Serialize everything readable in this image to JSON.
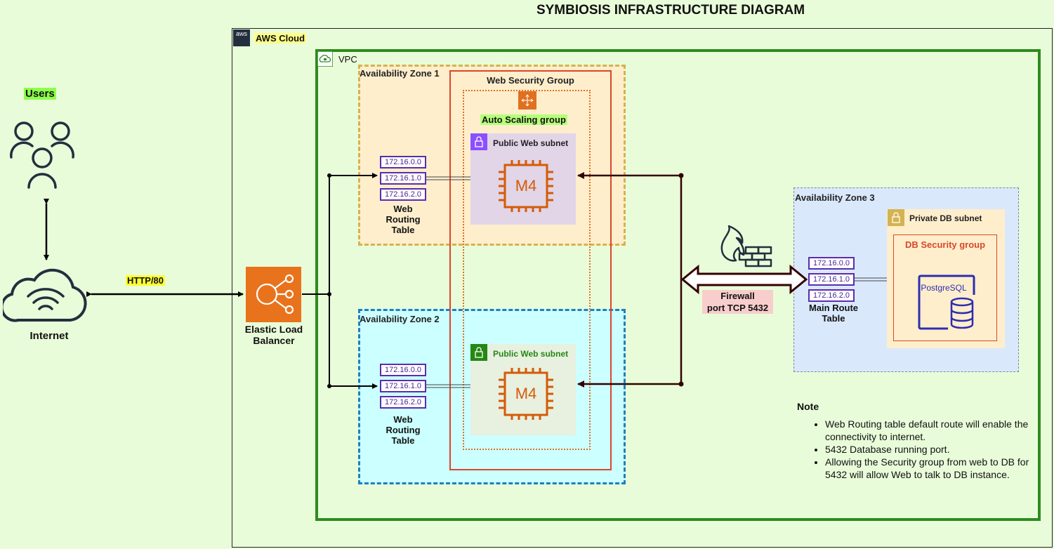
{
  "title": "SYMBIOSIS INFRASTRUCTURE DIAGRAM",
  "aws_cloud": {
    "label": "AWS Cloud",
    "badge": "aws"
  },
  "vpc": {
    "label": "VPC"
  },
  "zones": {
    "az1": "Availability Zone 1",
    "az2": "Availability Zone 2",
    "az3": "Availability Zone 3"
  },
  "web_security_group": "Web Security Group",
  "auto_scaling_group": "Auto Scaling group",
  "subnets": {
    "public1": "Public Web subnet",
    "public2": "Public Web subnet",
    "private_db": "Private DB subnet"
  },
  "instance_label": "M4",
  "routing_tables": {
    "web1": {
      "entries": [
        "172.16.0.0",
        "172.16.1.0",
        "172.16.2.0"
      ],
      "label_lines": [
        "Web",
        "Routing",
        "Table"
      ]
    },
    "web2": {
      "entries": [
        "172.16.0.0",
        "172.16.1.0",
        "172.16.2.0"
      ],
      "label_lines": [
        "Web",
        "Routing",
        "Table"
      ]
    },
    "main": {
      "entries": [
        "172.16.0.0",
        "172.16.1.0",
        "172.16.2.0"
      ],
      "label_lines": [
        "Main Route",
        "Table"
      ]
    }
  },
  "db_security_group": "DB Security group",
  "postgres_label": "PostgreSQL",
  "elb_label_lines": [
    "Elastic Load",
    "Balancer"
  ],
  "users_label": "Users",
  "internet_label": "Internet",
  "http_label": "HTTP/80",
  "firewall_lines": [
    "Firewall",
    "port TCP 5432"
  ],
  "note": {
    "title": "Note",
    "items": [
      "Web Routing table default route will enable the connectivity to internet.",
      "5432 Database running port.",
      "Allowing the Security group from web to DB for 5432 will allow Web to talk to DB instance."
    ]
  },
  "colors": {
    "background": "#e9fcd9",
    "vpc_border": "#2e8b1f",
    "az1_fill": "#ffeecc",
    "az2_fill": "#ccffff",
    "az3_fill": "#dae8fc",
    "security_group": "#d9472b",
    "ec2_orange": "#d45b07",
    "route_purple": "#5a2dae",
    "arrow_dark": "#330000"
  }
}
